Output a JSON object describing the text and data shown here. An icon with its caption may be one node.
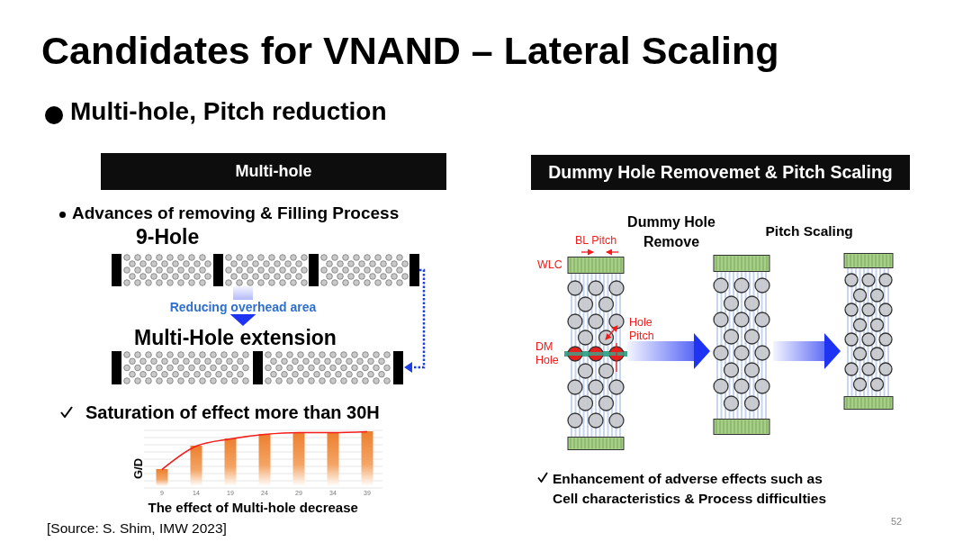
{
  "diagram": {
    "title": "Candidates for VNAND – Lateral Scaling",
    "nodes": [
      {
        "text": [
          "Multi-hole"
        ]
      },
      {
        "text": [
          "9-Hole"
        ]
      },
      {
        "text": [
          "Multi-Hole extension"
        ]
      },
      {
        "text": [
          "Dummy Hole Removemet & Pitch Scaling"
        ]
      },
      {
        "text": [],
        "shape": "picture",
        "beside": [
          "BL Pitch",
          "WLC",
          "Hole Pitch",
          "DM Hole"
        ]
      },
      {
        "text": [],
        "shape": "picture"
      },
      {
        "text": [],
        "shape": "picture"
      }
    ],
    "edges": [
      {
        "from": 1,
        "to": 2,
        "arrow": "to",
        "label": "Reducing overhead area",
        "style": "thick"
      },
      {
        "from": 1,
        "to": 2,
        "arrow": "to",
        "style": "dashed"
      },
      {
        "from": 4,
        "to": 5,
        "arrow": "to",
        "style": "thick"
      },
      {
        "from": 5,
        "to": 6,
        "arrow": "to",
        "style": "thick"
      }
    ],
    "labels": [
      "Multi-hole, Pitch reduction",
      "Advances of removing & Filling Process",
      "Saturation of effect more than 30H",
      "G/D",
      "9",
      "14",
      "19",
      "24",
      "29",
      "34",
      "39",
      "The effect of Multi-hole decrease",
      "Dummy Hole Remove",
      "Pitch Scaling",
      "Enhancement of adverse effects such as Cell characteristics & Process difficulties",
      "[Source: S. Shim, IMW 2023]",
      "52"
    ]
  }
}
